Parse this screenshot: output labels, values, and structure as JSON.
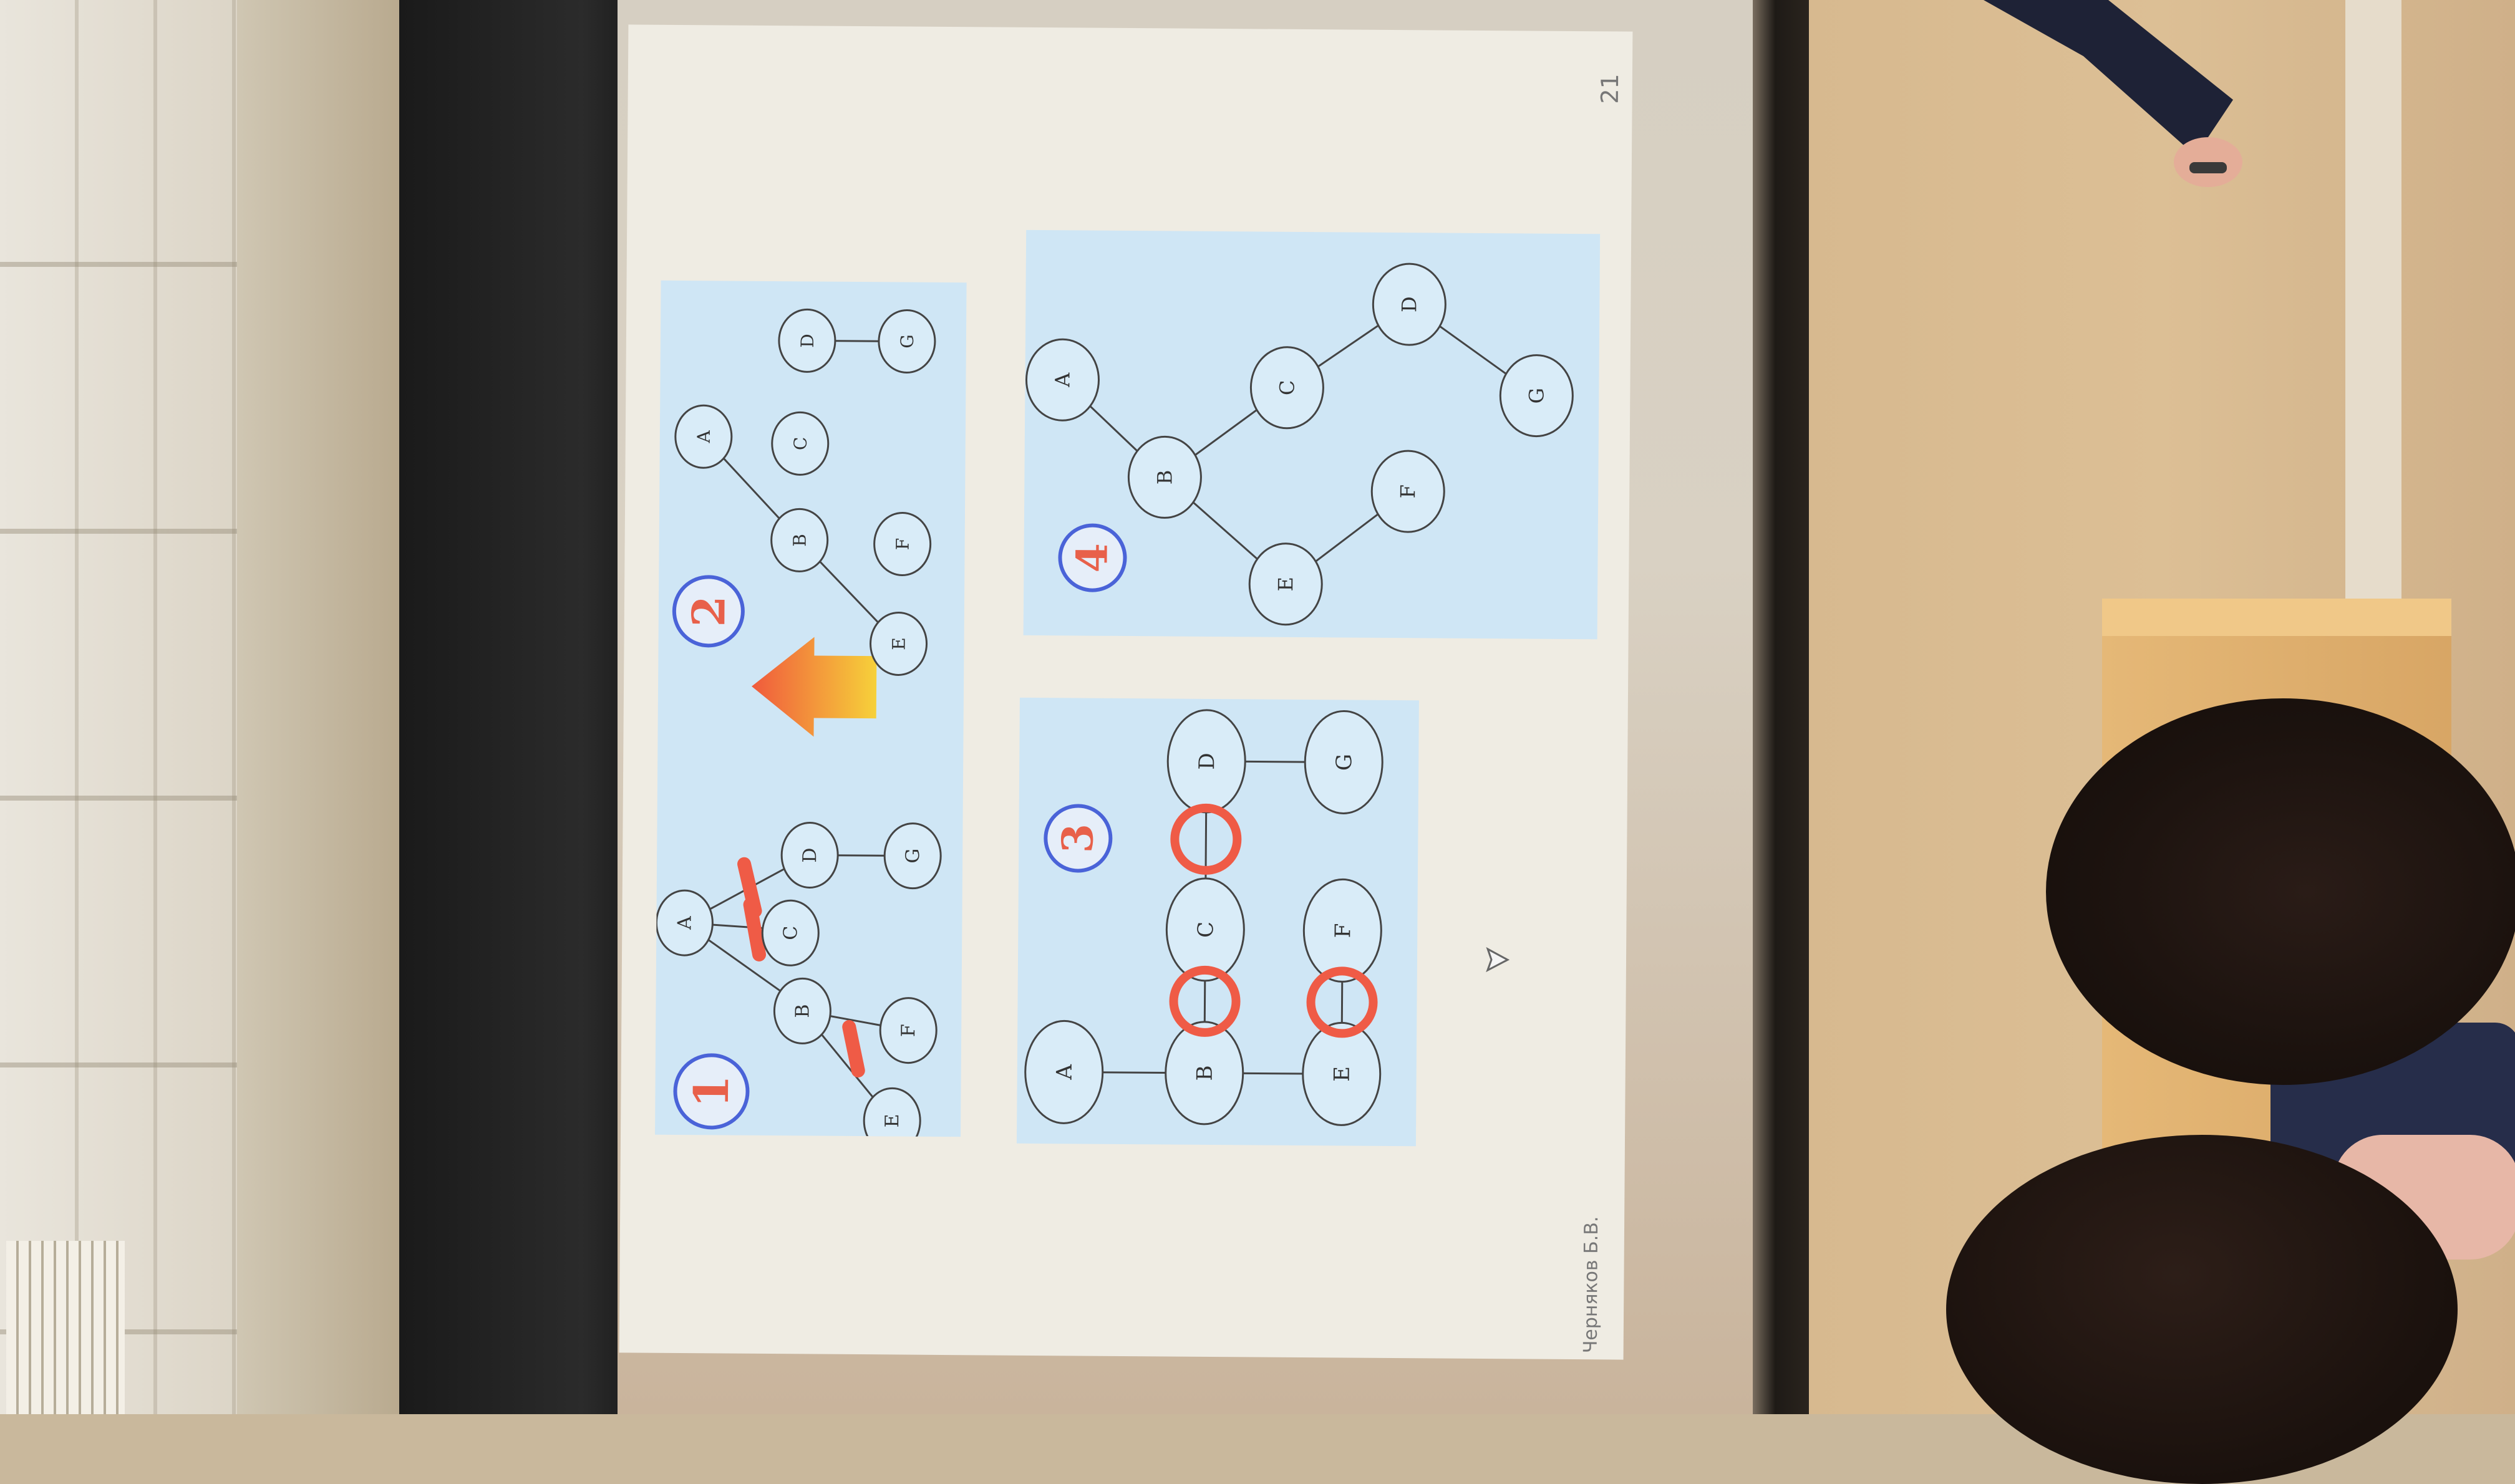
{
  "slide": {
    "page_number": "21",
    "author": "Черняков Б.В."
  },
  "panels": [
    {
      "id": "panel-1",
      "badge": "1",
      "nodes": [
        "A",
        "B",
        "C",
        "D",
        "E",
        "F",
        "G"
      ]
    },
    {
      "id": "panel-2",
      "badge": "2",
      "nodes": [
        "A",
        "B",
        "C",
        "D",
        "E",
        "F",
        "G"
      ]
    },
    {
      "id": "panel-3",
      "badge": "3",
      "nodes": [
        "A",
        "B",
        "C",
        "D",
        "E",
        "F",
        "G"
      ]
    },
    {
      "id": "panel-4",
      "badge": "4",
      "nodes": [
        "A",
        "B",
        "C",
        "D",
        "E",
        "F",
        "G"
      ]
    }
  ],
  "colors": {
    "panel_bg": "#cfe6f5",
    "badge_blue": "#4a63d8",
    "badge_number": "#e8604a",
    "marker_red": "#ef5b46",
    "arrow_top": "#f05a3c",
    "arrow_bottom": "#f6d13a"
  },
  "icons": [
    "up-arrow-icon",
    "cursor-arrow-icon"
  ]
}
